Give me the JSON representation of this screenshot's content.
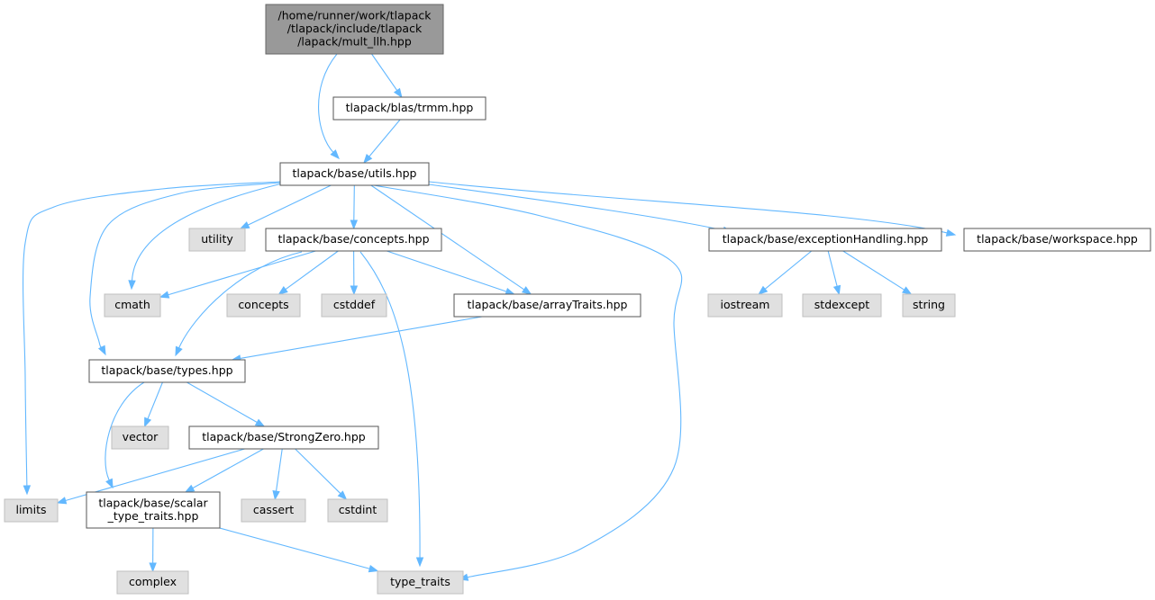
{
  "colors": {
    "edge": "#63b8ff",
    "root_fill": "#999999",
    "root_stroke": "#666666",
    "doc_fill": "#ffffff",
    "doc_stroke": "#555555",
    "sys_fill": "#e0e0e0",
    "sys_stroke": "#bfbfbf",
    "text": "#000000"
  },
  "nodes": [
    {
      "id": "mult_llh",
      "kind": "root",
      "lines": [
        "/home/runner/work/tlapack",
        "/tlapack/include/tlapack",
        "/lapack/mult_llh.hpp"
      ]
    },
    {
      "id": "trmm",
      "kind": "doc",
      "lines": [
        "tlapack/blas/trmm.hpp"
      ]
    },
    {
      "id": "utils",
      "kind": "doc",
      "lines": [
        "tlapack/base/utils.hpp"
      ]
    },
    {
      "id": "utility",
      "kind": "sys",
      "lines": [
        "utility"
      ]
    },
    {
      "id": "concepts_hpp",
      "kind": "doc",
      "lines": [
        "tlapack/base/concepts.hpp"
      ]
    },
    {
      "id": "exceptionHandling",
      "kind": "doc",
      "lines": [
        "tlapack/base/exceptionHandling.hpp"
      ]
    },
    {
      "id": "workspace",
      "kind": "doc",
      "lines": [
        "tlapack/base/workspace.hpp"
      ]
    },
    {
      "id": "cmath",
      "kind": "sys",
      "lines": [
        "cmath"
      ]
    },
    {
      "id": "concepts",
      "kind": "sys",
      "lines": [
        "concepts"
      ]
    },
    {
      "id": "cstddef",
      "kind": "sys",
      "lines": [
        "cstddef"
      ]
    },
    {
      "id": "arrayTraits",
      "kind": "doc",
      "lines": [
        "tlapack/base/arrayTraits.hpp"
      ]
    },
    {
      "id": "iostream",
      "kind": "sys",
      "lines": [
        "iostream"
      ]
    },
    {
      "id": "stdexcept",
      "kind": "sys",
      "lines": [
        "stdexcept"
      ]
    },
    {
      "id": "string",
      "kind": "sys",
      "lines": [
        "string"
      ]
    },
    {
      "id": "types",
      "kind": "doc",
      "lines": [
        "tlapack/base/types.hpp"
      ]
    },
    {
      "id": "vector",
      "kind": "sys",
      "lines": [
        "vector"
      ]
    },
    {
      "id": "strongzero",
      "kind": "doc",
      "lines": [
        "tlapack/base/StrongZero.hpp"
      ]
    },
    {
      "id": "limits",
      "kind": "sys",
      "lines": [
        "limits"
      ]
    },
    {
      "id": "scalar",
      "kind": "doc",
      "lines": [
        "tlapack/base/scalar",
        "_type_traits.hpp"
      ]
    },
    {
      "id": "cassert",
      "kind": "sys",
      "lines": [
        "cassert"
      ]
    },
    {
      "id": "cstdint",
      "kind": "sys",
      "lines": [
        "cstdint"
      ]
    },
    {
      "id": "complex",
      "kind": "sys",
      "lines": [
        "complex"
      ]
    },
    {
      "id": "type_traits",
      "kind": "sys",
      "lines": [
        "type_traits"
      ]
    }
  ],
  "edges": [
    {
      "from": "mult_llh",
      "to": "utils"
    },
    {
      "from": "mult_llh",
      "to": "trmm"
    },
    {
      "from": "trmm",
      "to": "utils"
    },
    {
      "from": "utils",
      "to": "utility"
    },
    {
      "from": "utils",
      "to": "concepts_hpp"
    },
    {
      "from": "utils",
      "to": "exceptionHandling"
    },
    {
      "from": "utils",
      "to": "workspace"
    },
    {
      "from": "utils",
      "to": "cmath"
    },
    {
      "from": "utils",
      "to": "types"
    },
    {
      "from": "utils",
      "to": "limits"
    },
    {
      "from": "utils",
      "to": "arrayTraits"
    },
    {
      "from": "utils",
      "to": "type_traits"
    },
    {
      "from": "concepts_hpp",
      "to": "cmath"
    },
    {
      "from": "concepts_hpp",
      "to": "concepts"
    },
    {
      "from": "concepts_hpp",
      "to": "cstddef"
    },
    {
      "from": "concepts_hpp",
      "to": "arrayTraits"
    },
    {
      "from": "concepts_hpp",
      "to": "types"
    },
    {
      "from": "concepts_hpp",
      "to": "type_traits"
    },
    {
      "from": "arrayTraits",
      "to": "types"
    },
    {
      "from": "exceptionHandling",
      "to": "iostream"
    },
    {
      "from": "exceptionHandling",
      "to": "stdexcept"
    },
    {
      "from": "exceptionHandling",
      "to": "string"
    },
    {
      "from": "types",
      "to": "vector"
    },
    {
      "from": "types",
      "to": "strongzero"
    },
    {
      "from": "types",
      "to": "scalar"
    },
    {
      "from": "strongzero",
      "to": "limits"
    },
    {
      "from": "strongzero",
      "to": "scalar"
    },
    {
      "from": "strongzero",
      "to": "cassert"
    },
    {
      "from": "strongzero",
      "to": "cstdint"
    },
    {
      "from": "scalar",
      "to": "complex"
    },
    {
      "from": "scalar",
      "to": "type_traits"
    }
  ]
}
